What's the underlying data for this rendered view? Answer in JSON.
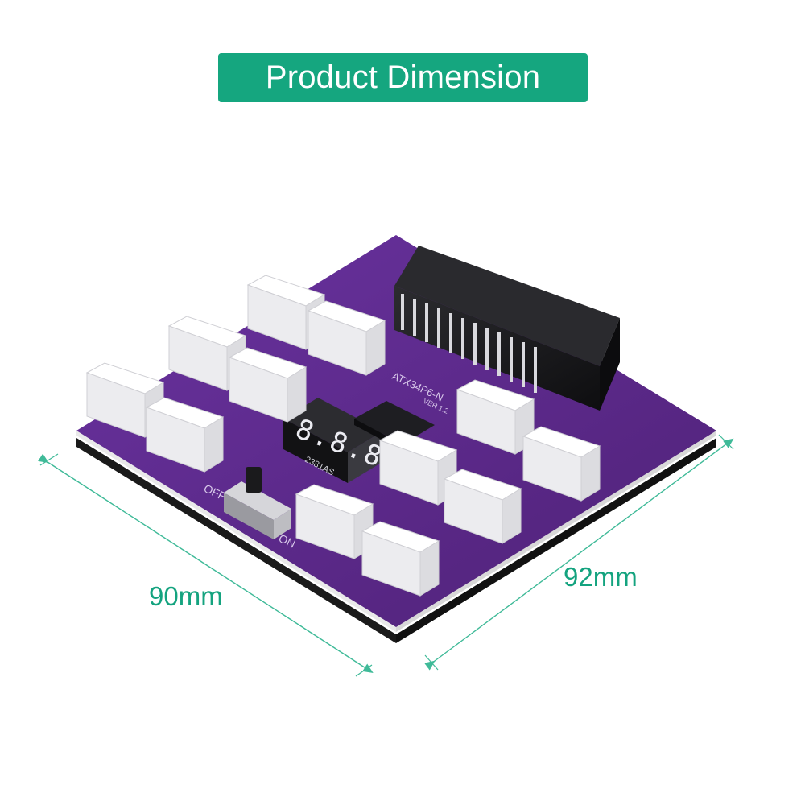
{
  "title": "Product Dimension",
  "dimensions": {
    "left_label": "90mm",
    "right_label": "92mm"
  },
  "board": {
    "silkscreen_model": "ATX34P6-N",
    "silkscreen_version": "VER  1.2",
    "display_part_number": "2381AS",
    "display_digits": "8.8.8.",
    "switch_label_off": "OFF",
    "switch_label_on": "ON"
  },
  "colors": {
    "accent": "#15a67f",
    "board_purple": "#5b2a86",
    "connector_white": "#f1f1f3",
    "atx_connector": "#1c1c1e",
    "display_red": "#e8e8ee"
  },
  "icons": [
    "dimension-arrow-icon"
  ]
}
